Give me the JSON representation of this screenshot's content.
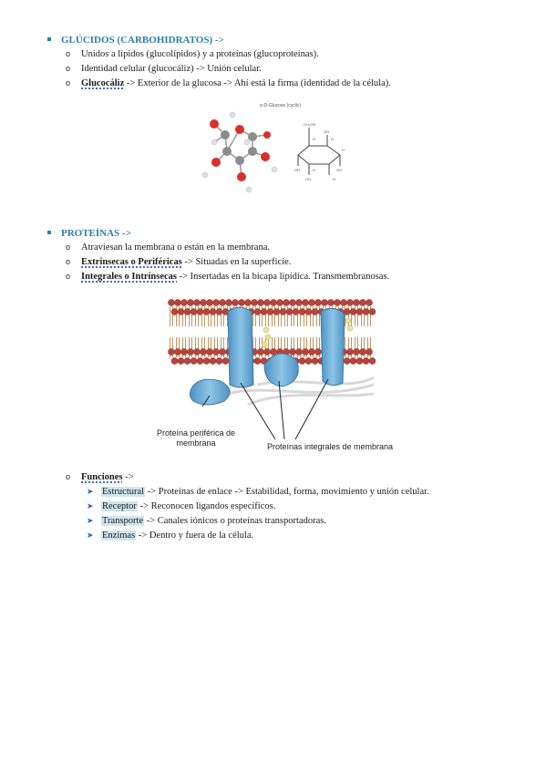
{
  "glucidos": {
    "heading": "GLÚCIDOS (CARBOHIDRATOS) ->",
    "items": [
      {
        "text": "Unidos a lípidos (glucolípidos) y a proteínas (glucoproteínas)."
      },
      {
        "text": "Identidad celular (glucocáliz) -> Unión celular."
      },
      {
        "term": "Glucocáliz",
        "text": " -> Exterior de la glucosa -> Ahí está la firma (identidad de la célula)."
      }
    ],
    "figure": {
      "label": "α-D-Glucose (cyclic)",
      "ring_labels": [
        "CH₂OH",
        "OH",
        "OH",
        "OH",
        "OH",
        "H",
        "H",
        "H",
        "H",
        "H"
      ]
    }
  },
  "proteinas": {
    "heading": "PROTEÍNAS ->",
    "items": [
      {
        "text": "Atraviesan la membrana o están en la membrana."
      },
      {
        "term": "Extrínsecas o Periféricas",
        "text": " -> Situadas en la superficie."
      },
      {
        "term": "Integrales o Intrínsecas",
        "text": " -> Insertadas en la bicapa lipídica. Transmembranosas."
      }
    ],
    "figure": {
      "caption_left_1": "Proteína periférica de",
      "caption_left_2": "membrana",
      "caption_right": "Proteínas integrales de membrana"
    },
    "funciones": {
      "term": "Funciones",
      "text": " ->",
      "items": [
        {
          "term": "Estructural",
          "text": " -> Proteínas de enlace -> Estabilidad, forma, movimiento y unión celular."
        },
        {
          "term": "Receptor",
          "text": " -> Reconocen ligandos específicos."
        },
        {
          "term": "Transporte",
          "text": " -> Canales iónicos o proteínas transportadoras."
        },
        {
          "term": "Enzimas",
          "text": " -> Dentro y fuera de la célula."
        }
      ]
    }
  },
  "colors": {
    "heading": "#2e7ea6",
    "highlight": "#cfe6ef",
    "membrane_head": "#b8433a",
    "protein": "#6aaed6"
  },
  "icons": {
    "level1": "square-bullet",
    "level2": "circle-bullet",
    "level3": "arrowhead-bullet"
  }
}
